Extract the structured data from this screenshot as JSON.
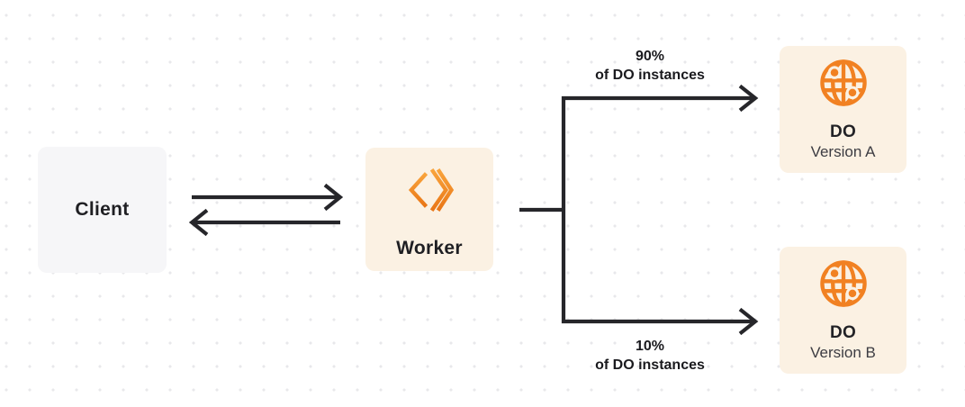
{
  "diagram": {
    "client": {
      "label": "Client"
    },
    "worker": {
      "label": "Worker"
    },
    "do_version_a": {
      "title": "DO",
      "subtitle": "Version A"
    },
    "do_version_b": {
      "title": "DO",
      "subtitle": "Version B"
    },
    "routes": {
      "top": {
        "percent": "90%",
        "caption": "of DO instances"
      },
      "bottom": {
        "percent": "10%",
        "caption": "of DO instances"
      }
    },
    "colors": {
      "accent_orange": "#F28124",
      "cream_node_bg": "#FBF1E3",
      "gray_node_bg": "#F6F6F8",
      "line_dark": "#26262A"
    }
  }
}
